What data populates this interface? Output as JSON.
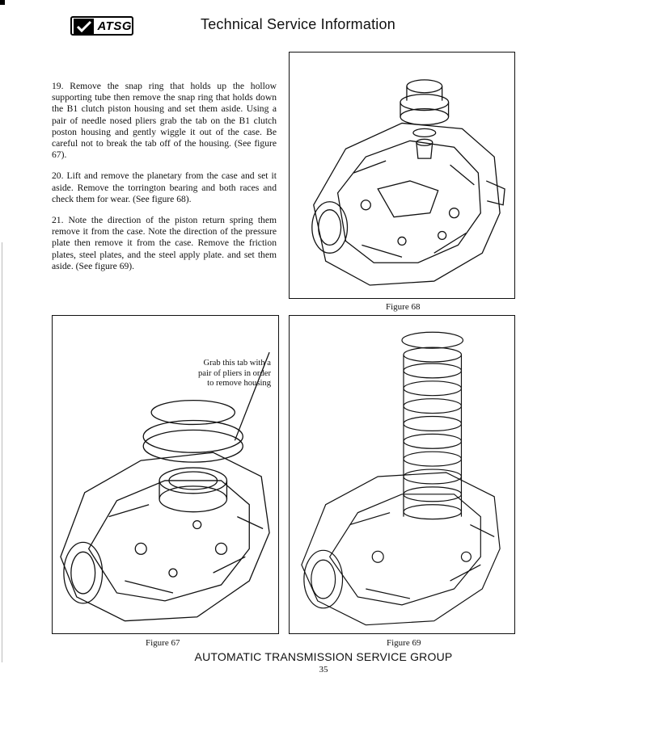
{
  "header": {
    "logo_text": "ATSG",
    "title": "Technical Service Information"
  },
  "instructions": [
    "19. Remove the snap ring that holds up the hollow supporting tube then remove the snap ring that holds down the B1 clutch piston housing and set them aside. Using a pair of needle nosed pliers grab the tab on the B1 clutch poston housing and gently wiggle it out of the case. Be careful not to break the tab off of the housing. (See figure 67).",
    "20. Lift and remove the planetary from the case and set it aside. Remove the torrington bearing and both races and check them for wear. (See figure 68).",
    "21. Note the direction of the piston return spring them remove it from the case. Note the direction of the pressure plate then remove it from the case. Remove the friction plates, steel plates, and the steel apply plate. and set them aside. (See figure 69)."
  ],
  "figures": {
    "fig68": {
      "caption": "Figure 68"
    },
    "fig67": {
      "caption": "Figure 67",
      "callout": "Grab this tab with a pair of pliers in order to remove housing"
    },
    "fig69": {
      "caption": "Figure 69"
    }
  },
  "footer": {
    "org": "AUTOMATIC TRANSMISSION SERVICE GROUP",
    "page_number": "35"
  }
}
